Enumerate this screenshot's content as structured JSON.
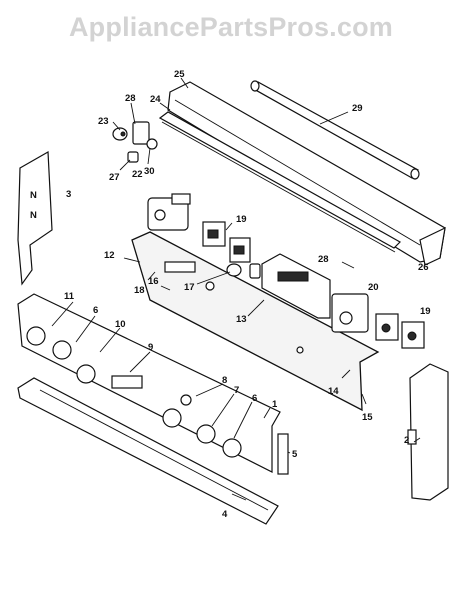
{
  "watermark": "AppliancePartsPros.com",
  "callouts": {
    "c1": "1",
    "c2": "2",
    "c3": "3",
    "c4": "4",
    "c5": "5",
    "c6a": "6",
    "c6b": "6",
    "c7": "7",
    "c8": "8",
    "c9": "9",
    "c10": "10",
    "c11": "11",
    "c12": "12",
    "c13": "13",
    "c14": "14",
    "c15": "15",
    "c16": "16",
    "c17": "17",
    "c18": "18",
    "c19a": "19",
    "c19b": "19",
    "c20": "20",
    "c22": "22",
    "c23": "23",
    "c24": "24",
    "c25": "25",
    "c26": "26",
    "c27": "27",
    "c28a": "28",
    "c28b": "28",
    "c29": "29",
    "c30": "30"
  }
}
